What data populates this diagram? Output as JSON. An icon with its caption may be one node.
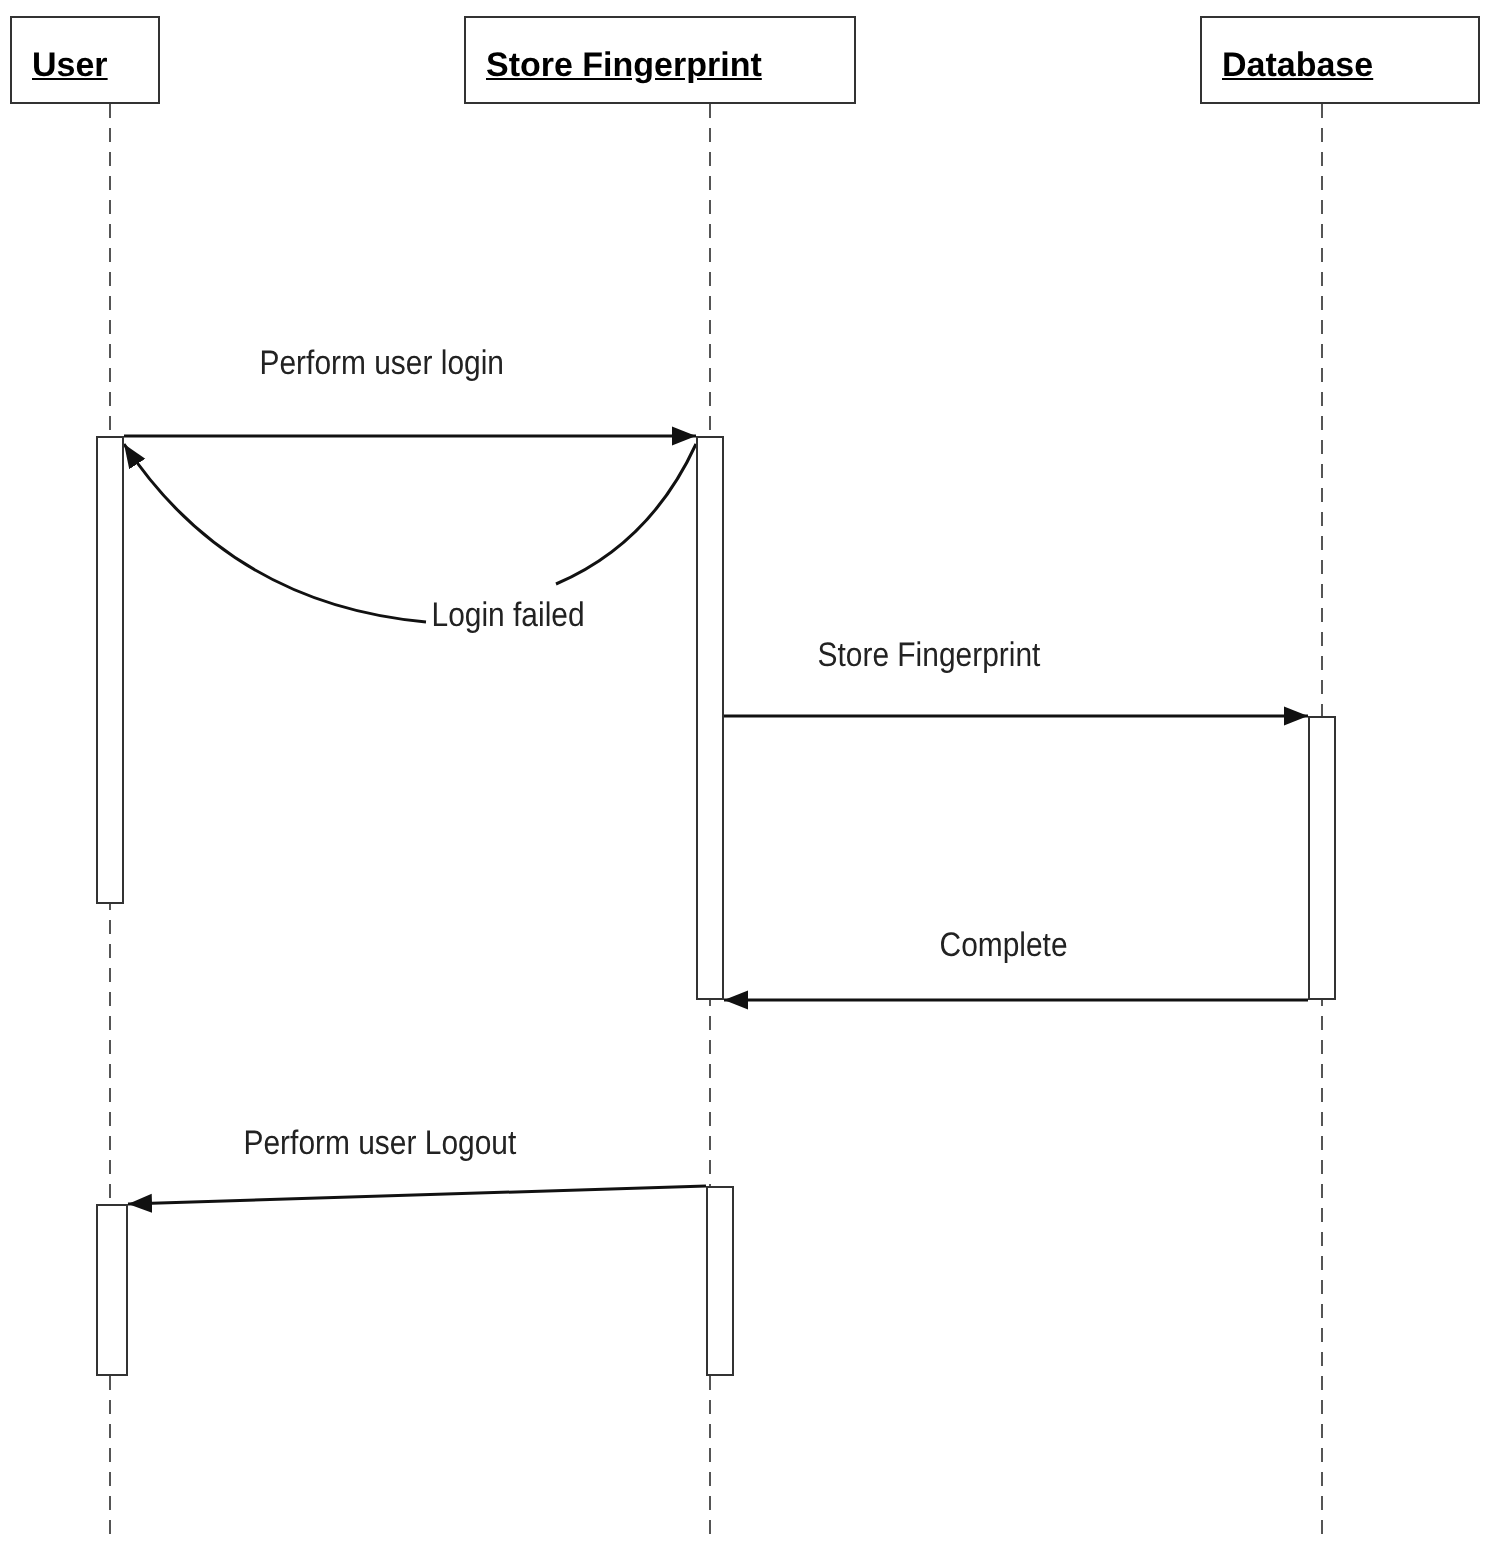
{
  "diagram": {
    "nodes": [
      {
        "text": [
          "User"
        ]
      },
      {
        "text": [
          "Store Fingerprint"
        ]
      },
      {
        "text": [
          "Database"
        ]
      },
      {
        "text": [],
        "shape": "bar"
      },
      {
        "text": [],
        "shape": "bar"
      },
      {
        "text": [],
        "shape": "bar"
      },
      {
        "text": [],
        "shape": "bar"
      },
      {
        "text": [],
        "shape": "bar"
      }
    ],
    "edges": [
      {
        "from": 3,
        "to": 4,
        "arrow": "to",
        "label": "Perform user login"
      },
      {
        "from": 4,
        "to": 3,
        "arrow": "to",
        "label": "Login failed"
      },
      {
        "from": 4,
        "to": 5,
        "arrow": "to",
        "label": "Store Fingerprint"
      },
      {
        "from": 5,
        "to": 4,
        "arrow": "to",
        "label": "Complete"
      },
      {
        "from": 7,
        "to": 6,
        "arrow": "to",
        "label": "Perform user Logout"
      }
    ]
  }
}
